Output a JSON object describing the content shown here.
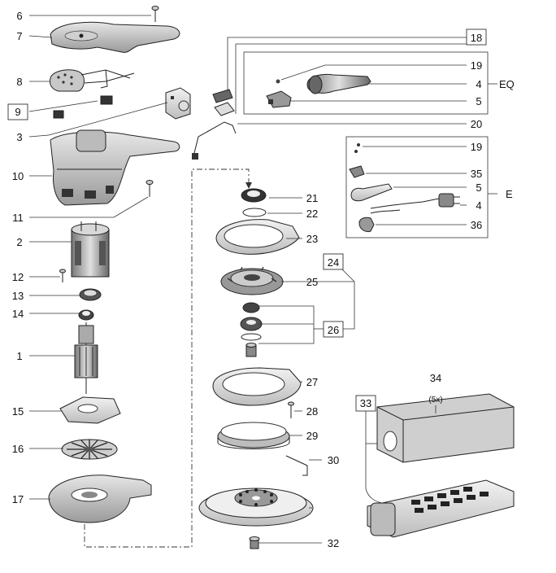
{
  "labels": {
    "l1": "1",
    "l2": "2",
    "l3": "3",
    "l4a": "4",
    "l4b": "4",
    "l5a": "5",
    "l5b": "5",
    "l6": "6",
    "l7": "7",
    "l8": "8",
    "l9": "9",
    "l10": "10",
    "l11": "11",
    "l12": "12",
    "l13": "13",
    "l14": "14",
    "l15": "15",
    "l16": "16",
    "l17": "17",
    "l18": "18",
    "l19a": "19",
    "l19b": "19",
    "l20": "20",
    "l21": "21",
    "l22": "22",
    "l23": "23",
    "l24": "24",
    "l25": "25",
    "l26": "26",
    "l27": "27",
    "l28": "28",
    "l29": "29",
    "l30": "30",
    "l32": "32",
    "l33": "33",
    "l34": "34",
    "l34q": "(5x)",
    "l35": "35",
    "l36": "36",
    "eq": "EQ",
    "e": "E"
  }
}
